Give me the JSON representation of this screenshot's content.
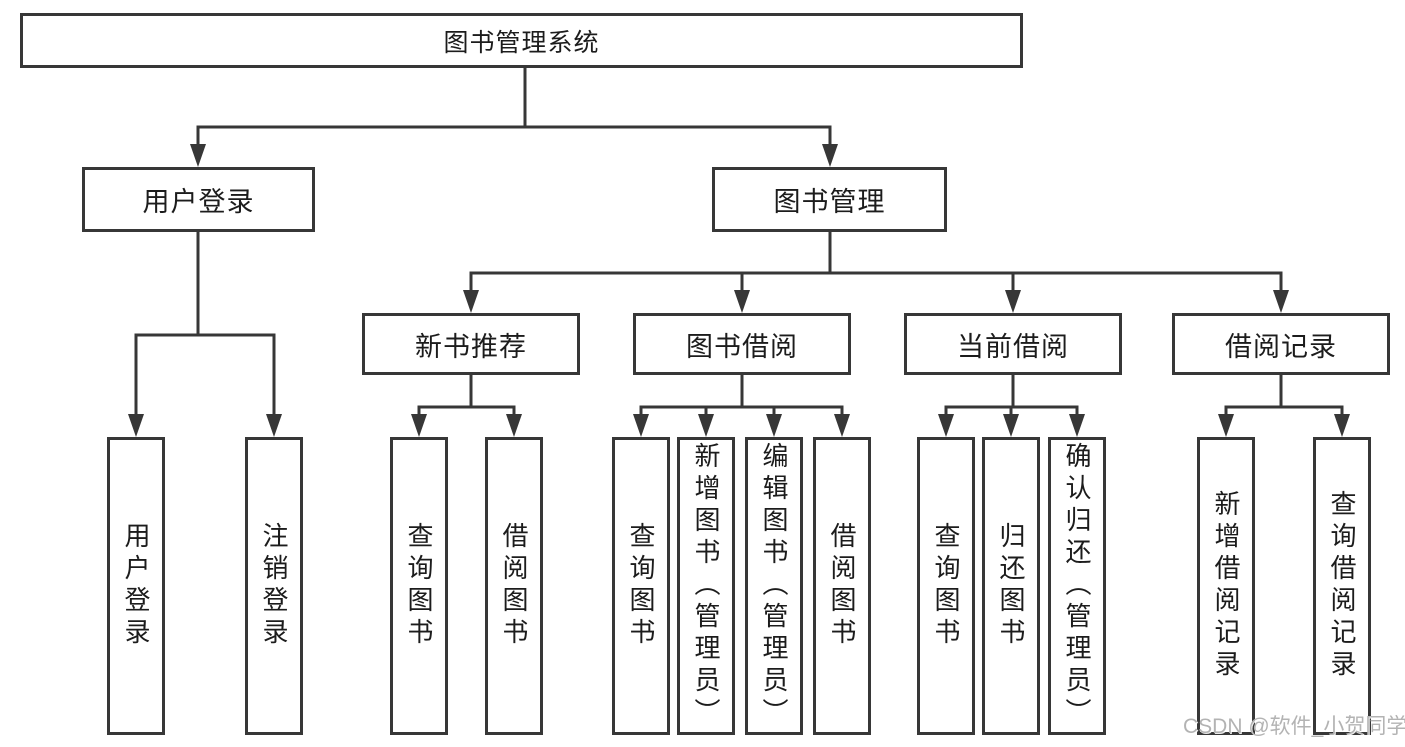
{
  "tree": {
    "root": {
      "label": "图书管理系统"
    },
    "branches": [
      {
        "label": "用户登录",
        "children": [
          {
            "label": "用户登录"
          },
          {
            "label": "注销登录"
          }
        ]
      },
      {
        "label": "图书管理",
        "children": [
          {
            "label": "新书推荐",
            "children": [
              {
                "label": "查询图书"
              },
              {
                "label": "借阅图书"
              }
            ]
          },
          {
            "label": "图书借阅",
            "children": [
              {
                "label": "查询图书"
              },
              {
                "label": "新增图书（管理员）"
              },
              {
                "label": "编辑图书（管理员）"
              },
              {
                "label": "借阅图书"
              }
            ]
          },
          {
            "label": "当前借阅",
            "children": [
              {
                "label": "查询图书"
              },
              {
                "label": "归还图书"
              },
              {
                "label": "确认归还（管理员）"
              }
            ]
          },
          {
            "label": "借阅记录",
            "children": [
              {
                "label": "新增借阅记录"
              },
              {
                "label": "查询借阅记录"
              }
            ]
          }
        ]
      }
    ]
  },
  "watermark": "CSDN @软件_小贺同学",
  "colors": {
    "line": "#373737",
    "text": "#1c1c1c",
    "watermark": "#b3b3b3"
  }
}
